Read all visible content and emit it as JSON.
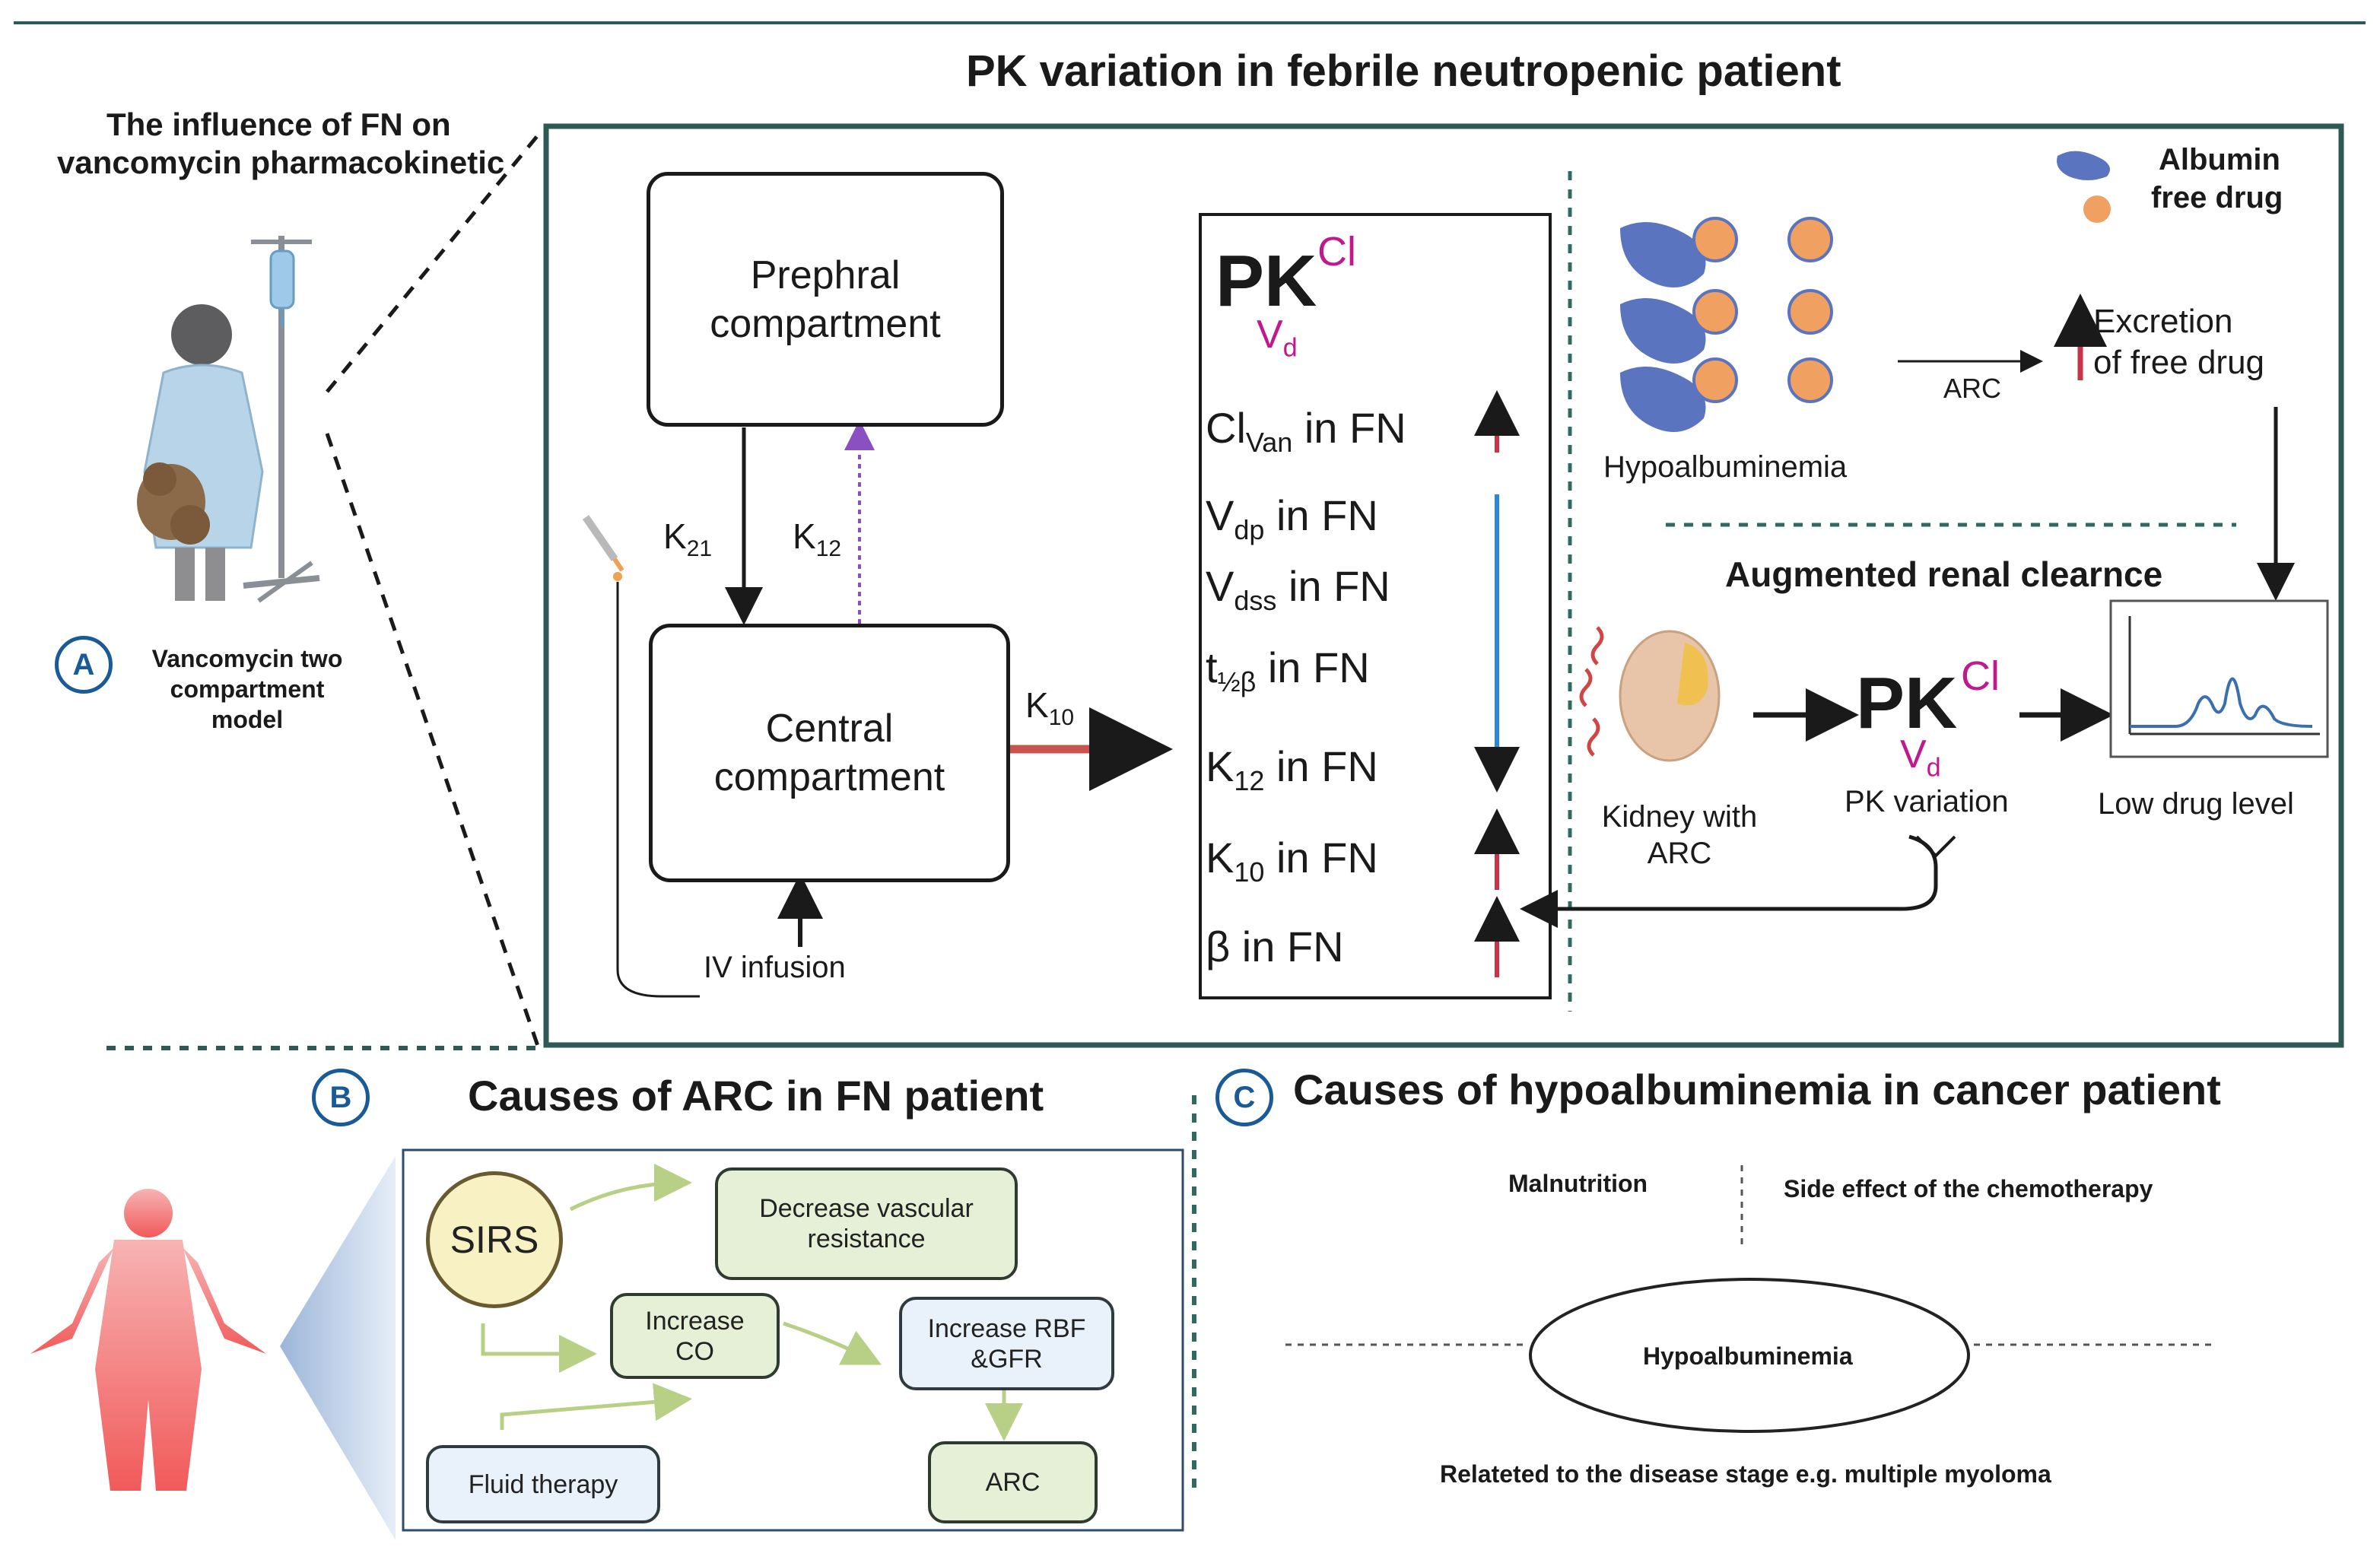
{
  "header": {
    "main_title": "PK variation in febrile neutropenic patient"
  },
  "panel_a": {
    "title_line1": "The influence of FN on",
    "title_line2": "vancomycin pharmacokinetic",
    "badge": "A",
    "caption_line1": "Vancomycin two",
    "caption_line2": "compartment",
    "caption_line3": "model"
  },
  "model": {
    "peripheral_line1": "Prephral",
    "peripheral_line2": "compartment",
    "central_line1": "Central",
    "central_line2": "compartment",
    "k21": "K",
    "k21_sub": "21",
    "k12": "K",
    "k12_sub": "12",
    "k10": "K",
    "k10_sub": "10",
    "iv_infusion": "IV infusion"
  },
  "pk_panel": {
    "pk": "PK",
    "cl": "Cl",
    "vd": "V",
    "vd_sub": "d",
    "rows": [
      {
        "main": "Cl",
        "sub": "Van",
        "rest": " in FN"
      },
      {
        "main": "V",
        "sub": "dp",
        "rest": " in FN"
      },
      {
        "main": "V",
        "sub": "dss",
        "rest": " in FN"
      },
      {
        "main": "t",
        "sub": "½β",
        "rest": " in FN"
      },
      {
        "main": "K",
        "sub": "12",
        "rest": " in FN"
      },
      {
        "main": "K",
        "sub": "10",
        "rest": " in FN"
      },
      {
        "main": "β",
        "sub": "",
        "rest": " in FN"
      }
    ]
  },
  "right_panel": {
    "legend_albumin": "Albumin",
    "legend_free_drug": "free drug",
    "hypoalbuminemia": "Hypoalbuminemia",
    "arc": "ARC",
    "excretion_line1": "Excretion",
    "excretion_line2": "of free drug",
    "augmented": "Augmented renal clearnce",
    "kidney_line1": "Kidney with",
    "kidney_line2": "ARC",
    "pk": "PK",
    "cl": "Cl",
    "vd": "V",
    "vd_sub": "d",
    "pk_variation": "PK  variation",
    "low_drug": "Low drug level"
  },
  "panel_b": {
    "badge": "B",
    "title": "Causes of ARC in FN patient",
    "sirs": "SIRS",
    "decrease_line1": "Decrease vascular",
    "decrease_line2": "resistance",
    "increase_co_line1": "Increase",
    "increase_co_line2": "CO",
    "increase_rbf_line1": "Increase RBF",
    "increase_rbf_line2": "&GFR",
    "fluid": "Fluid therapy",
    "arc": "ARC"
  },
  "panel_c": {
    "badge": "C",
    "title": "Causes of hypoalbuminemia in cancer patient",
    "malnutrition": "Malnutrition",
    "side_effect": "Side effect of the chemotherapy",
    "hypo": "Hypoalbuminemia",
    "related": "Relateted to the disease stage e.g. multiple myoloma"
  },
  "colors": {
    "navy_title": "#1a5a96",
    "frame_teal": "#2e5a56",
    "up_arrow_red": "#c8334a",
    "down_arrow_blue": "#2f86d6",
    "k10_arrow": "#c9534f",
    "k12_arrow": "#8a4fc0",
    "pk_sub_magenta": "#c2188e",
    "drug_orange": "#f0a060",
    "albumin_blue": "#5a74c0"
  }
}
